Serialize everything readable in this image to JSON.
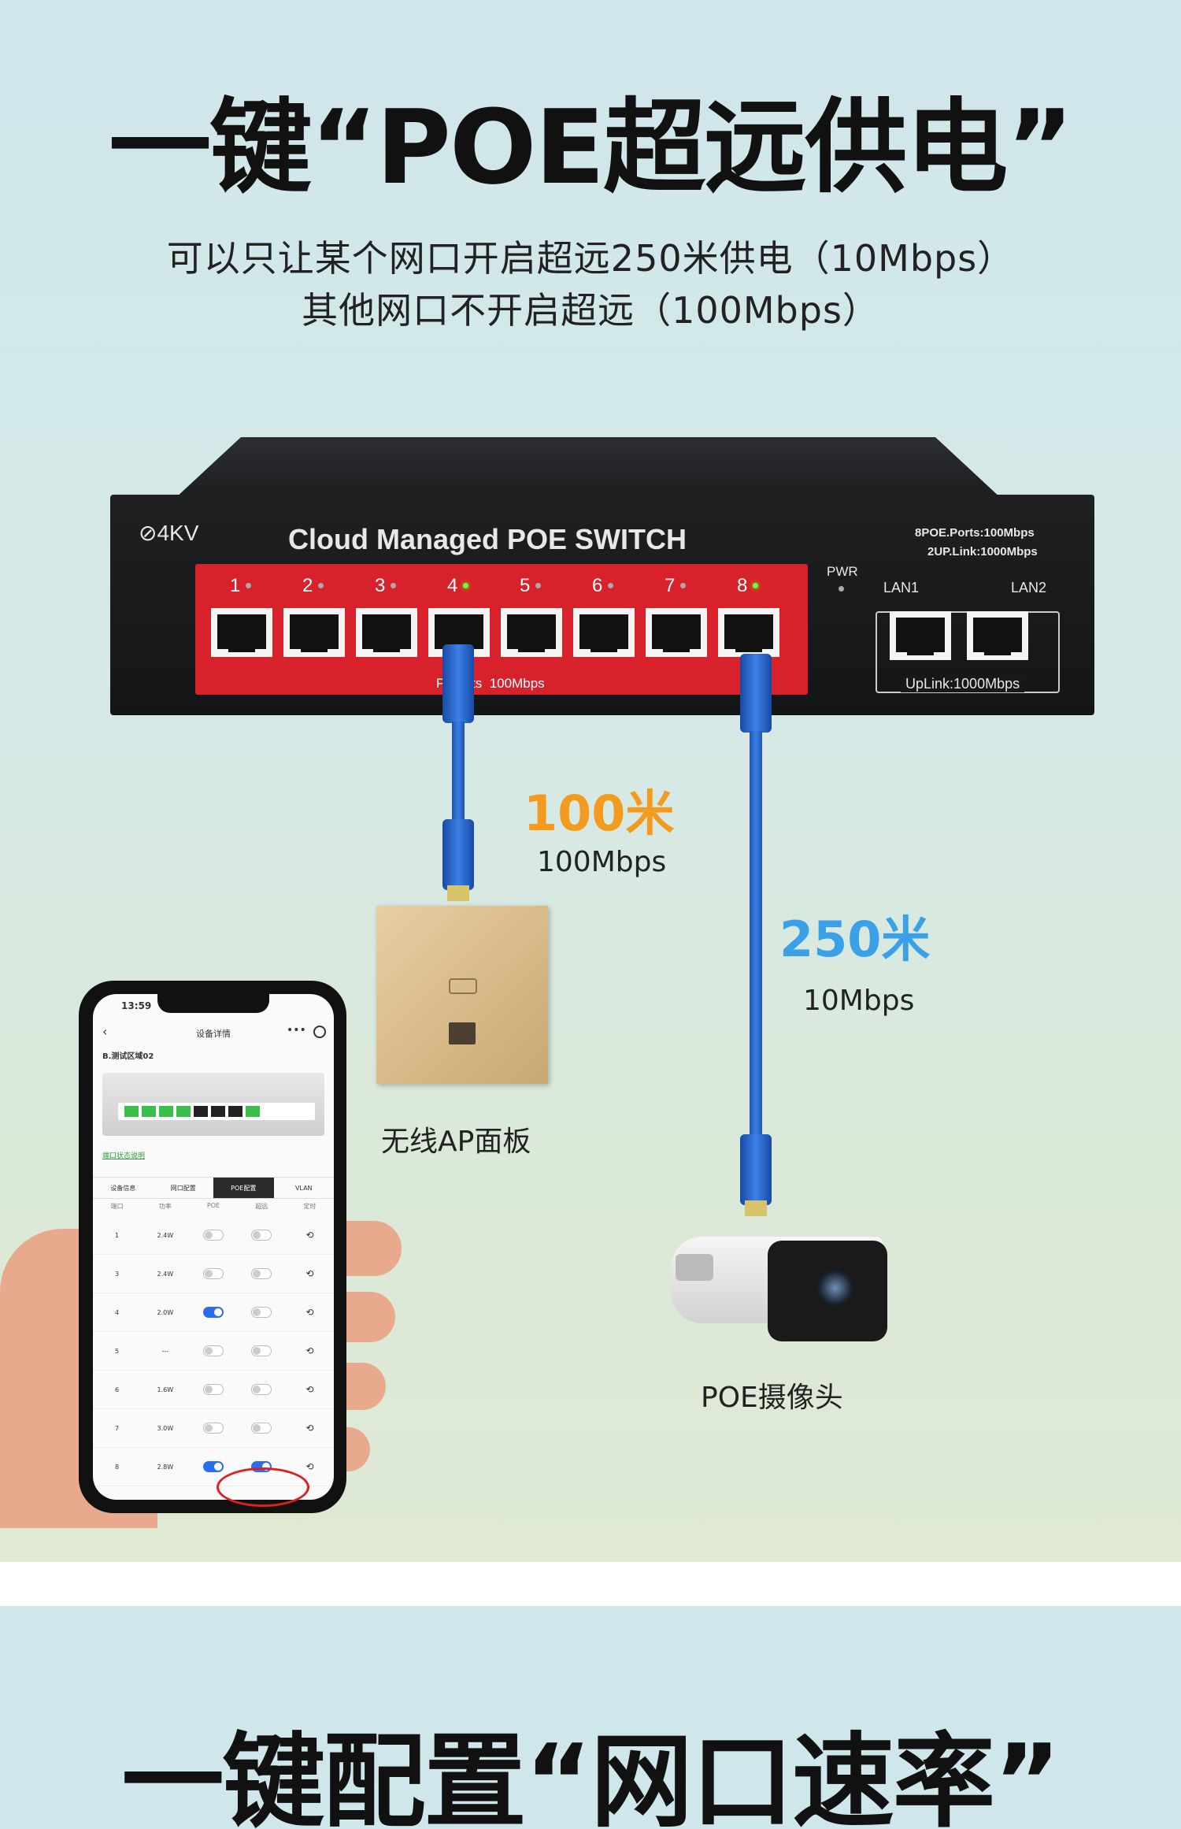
{
  "headline_top": "一键“POE超远供电”",
  "subtitle_line1": "可以只让某个网口开启超远250米供电（10Mbps）",
  "subtitle_line2": "其他网口不开启超远（100Mbps）",
  "switch": {
    "brand": "⊘4KV",
    "model": "Cloud Managed POE SWITCH",
    "spec1": "8POE.Ports:100Mbps",
    "spec2": "2UP.Link:1000Mbps",
    "pwr": "PWR",
    "lan1": "LAN1",
    "lan2": "LAN2",
    "uplink": "UpLink:1000Mbps",
    "poe_ports": "P    orts  100Mbps",
    "port_numbers": [
      "1",
      "2",
      "3",
      "4",
      "5",
      "6",
      "7",
      "8"
    ]
  },
  "ap_link": {
    "distance": "100米",
    "speed": "100Mbps",
    "device": "无线AP面板"
  },
  "camera_link": {
    "distance": "250米",
    "speed": "10Mbps",
    "device": "POE摄像头"
  },
  "phone": {
    "time": "13:59",
    "title": "设备详情",
    "device_name": "B.测试区域02",
    "port_status_link": "端口状态说明",
    "tabs": [
      "设备信息",
      "网口配置",
      "POE配置",
      "VLAN"
    ],
    "columns": [
      "端口",
      "功率",
      "POE",
      "超远",
      "定时"
    ],
    "rows": [
      {
        "port": "1",
        "power": "2.4W"
      },
      {
        "port": "3",
        "power": "2.4W"
      },
      {
        "port": "4",
        "power": "2.0W"
      },
      {
        "port": "5",
        "power": "---"
      },
      {
        "port": "6",
        "power": "1.6W"
      },
      {
        "port": "7",
        "power": "3.0W"
      },
      {
        "port": "8",
        "power": "2.8W"
      }
    ]
  },
  "headline_bottom": "一键配置“网口速率”",
  "colors": {
    "orange": "#f39b1e",
    "blue": "#3aa0e8",
    "red": "#d8222b"
  }
}
